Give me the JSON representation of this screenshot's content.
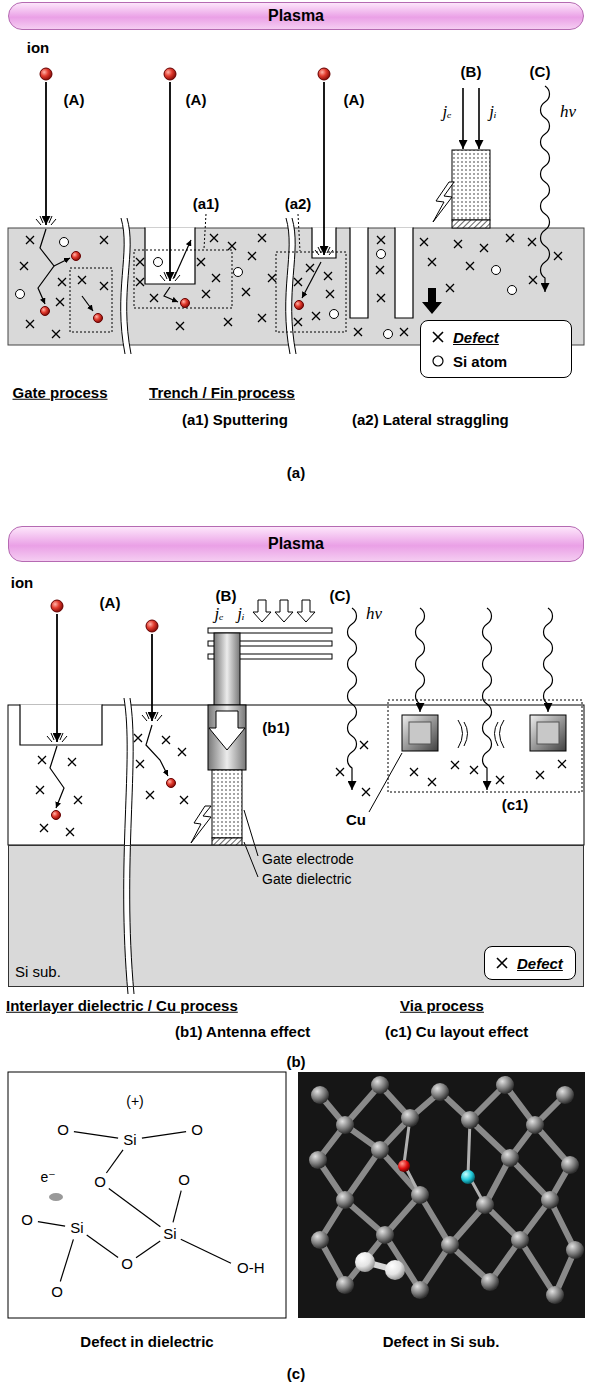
{
  "diagram": {
    "nodes": [
      {
        "text": [
          "Plasma"
        ]
      },
      {
        "text": [
          "Plasma"
        ]
      },
      {
        "text": [
          "Si sub."
        ]
      }
    ],
    "labels": [
      "ion",
      "(A)",
      "(A)",
      "(A)",
      "(B)",
      "jₑ",
      "jᵢ",
      "(C)",
      "hν",
      "(a1)",
      "(a2)",
      "Gate process",
      "Trench / Fin process",
      "(a1) Sputtering",
      "(a2) Lateral straggling",
      "(a)",
      "ion",
      "(A)",
      "(B)",
      "jₑ",
      "jᵢ",
      "(C)",
      "hν",
      "(b1)",
      "Cu",
      "(c1)",
      "Gate electrode",
      "Gate dielectric",
      "Interlayer dielectric / Cu process",
      "Via process",
      "(b1) Antenna effect",
      "(c1) Cu layout effect",
      "(b)",
      "(+)",
      "O",
      "Si",
      "O",
      "e⁻",
      "O",
      "O",
      "O",
      "Si",
      "Si",
      "O",
      "O-H",
      "O",
      "Defect in dielectric",
      "Defect in Si sub.",
      "(c)"
    ],
    "legend": [
      {
        "text": "Defect"
      },
      {
        "text": "Si atom"
      },
      {
        "text": "Defect"
      }
    ]
  }
}
